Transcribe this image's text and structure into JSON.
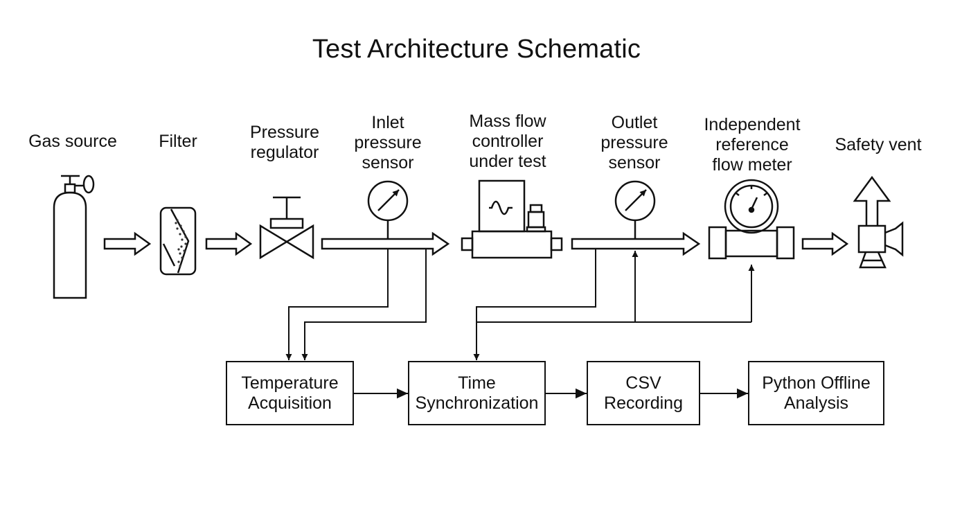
{
  "title": "Test Architecture Schematic",
  "components": {
    "gas_source": [
      "Gas source"
    ],
    "filter": [
      "Filter"
    ],
    "pressure_regulator": [
      "Pressure",
      "regulator"
    ],
    "inlet_sensor": [
      "Inlet",
      "pressure",
      "sensor"
    ],
    "mfc": [
      "Mass flow",
      "controller",
      "under test"
    ],
    "outlet_sensor": [
      "Outlet",
      "pressure",
      "sensor"
    ],
    "reference_meter": [
      "Independent",
      "reference",
      "flow meter"
    ],
    "safety_vent": [
      "Safety vent"
    ]
  },
  "blocks": {
    "temperature": [
      "Temperature",
      "Acquisition"
    ],
    "time_sync": [
      "Time",
      "Synchronization"
    ],
    "csv": [
      "CSV",
      "Recording"
    ],
    "python": [
      "Python Offline",
      "Analysis"
    ]
  }
}
